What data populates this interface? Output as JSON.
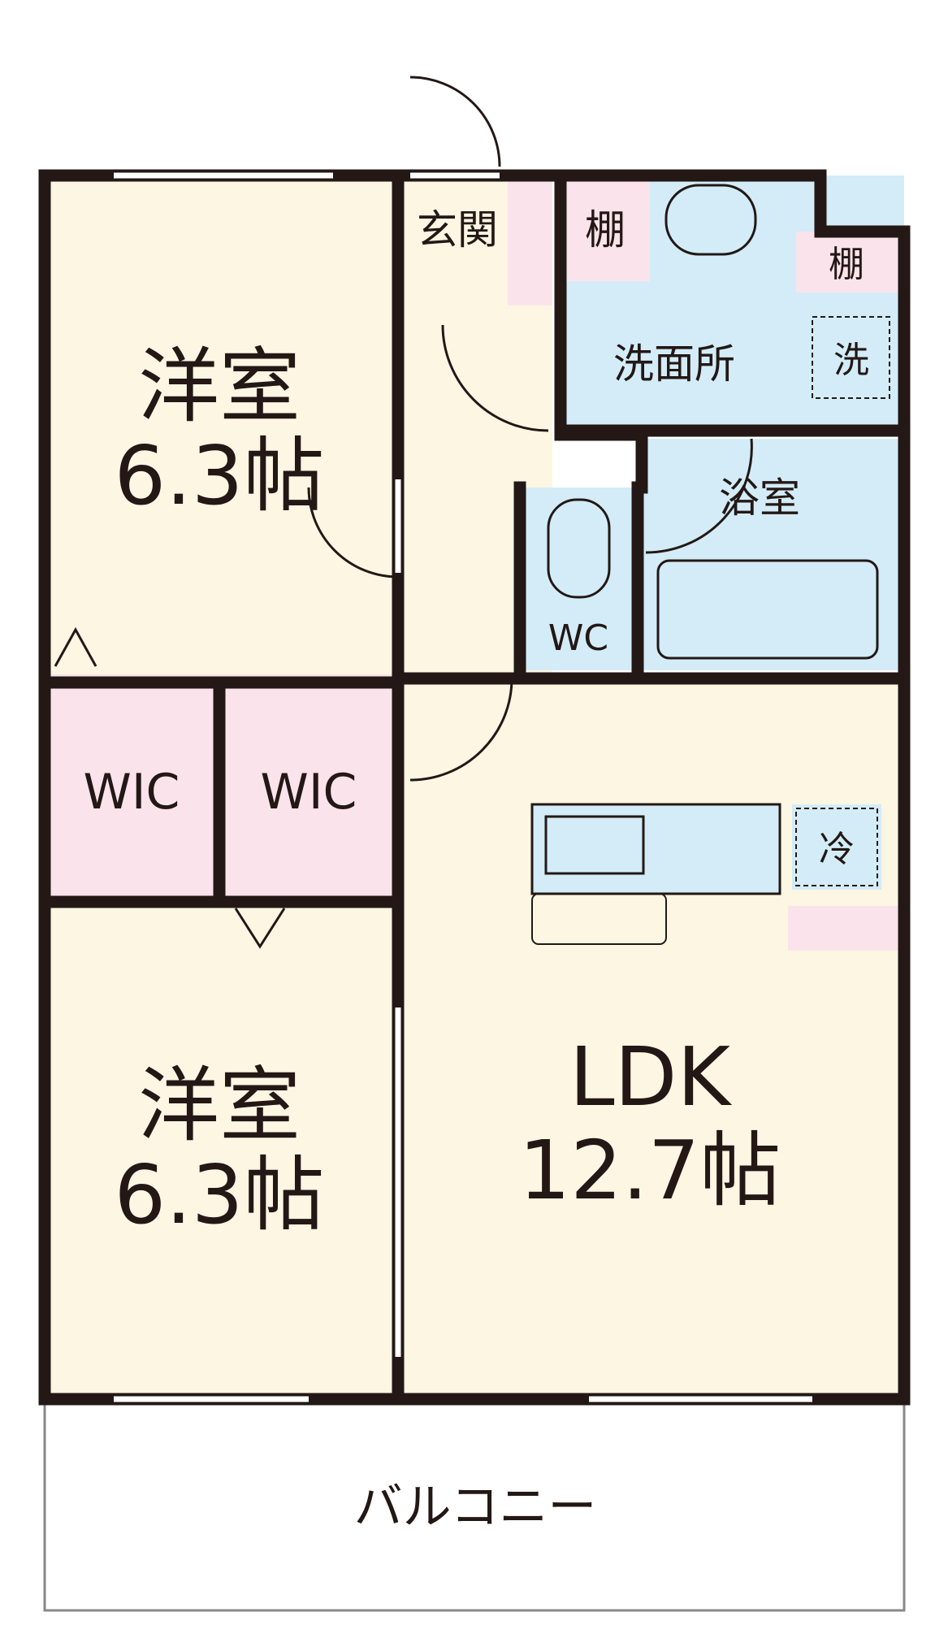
{
  "rooms": {
    "western_room_top": {
      "name": "洋室",
      "size": "6.3帖"
    },
    "western_room_bottom": {
      "name": "洋室",
      "size": "6.3帖"
    },
    "ldk": {
      "name": "LDK",
      "size": "12.7帖"
    },
    "entrance": "玄関",
    "shelf_left": "棚",
    "shelf_right": "棚",
    "washroom": "洗面所",
    "washer": "洗",
    "bathroom": "浴室",
    "wc": "WC",
    "wic_left": "WIC",
    "wic_right": "WIC",
    "fridge": "冷",
    "balcony": "バルコニー"
  },
  "colors": {
    "wall": "#231815",
    "living_floor": "#fdf6e3",
    "storage": "#fbe3ec",
    "wet_area": "#d3ecf8",
    "balcony": "#ffffff"
  }
}
